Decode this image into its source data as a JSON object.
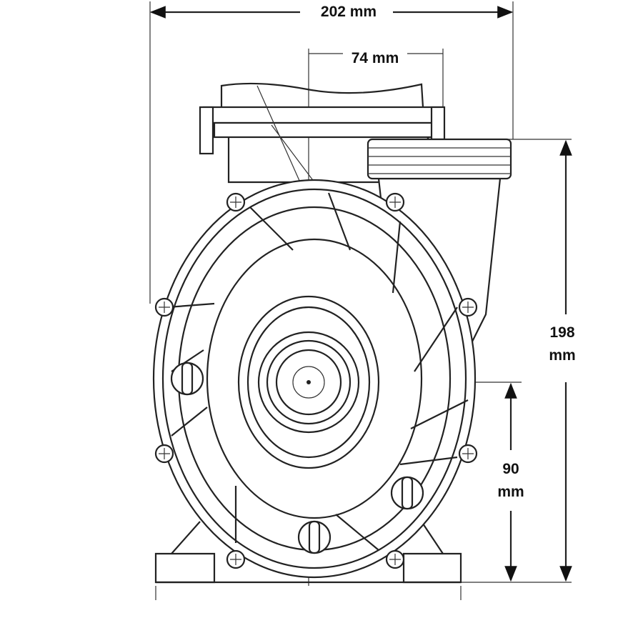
{
  "dimensions": {
    "overall_width": "202 mm",
    "inlet_offset": "74 mm",
    "overall_height_value": "198",
    "overall_height_unit": "mm",
    "axis_height_value": "90",
    "axis_height_unit": "mm"
  },
  "colors": {
    "line": "#222222",
    "background": "#ffffff"
  }
}
